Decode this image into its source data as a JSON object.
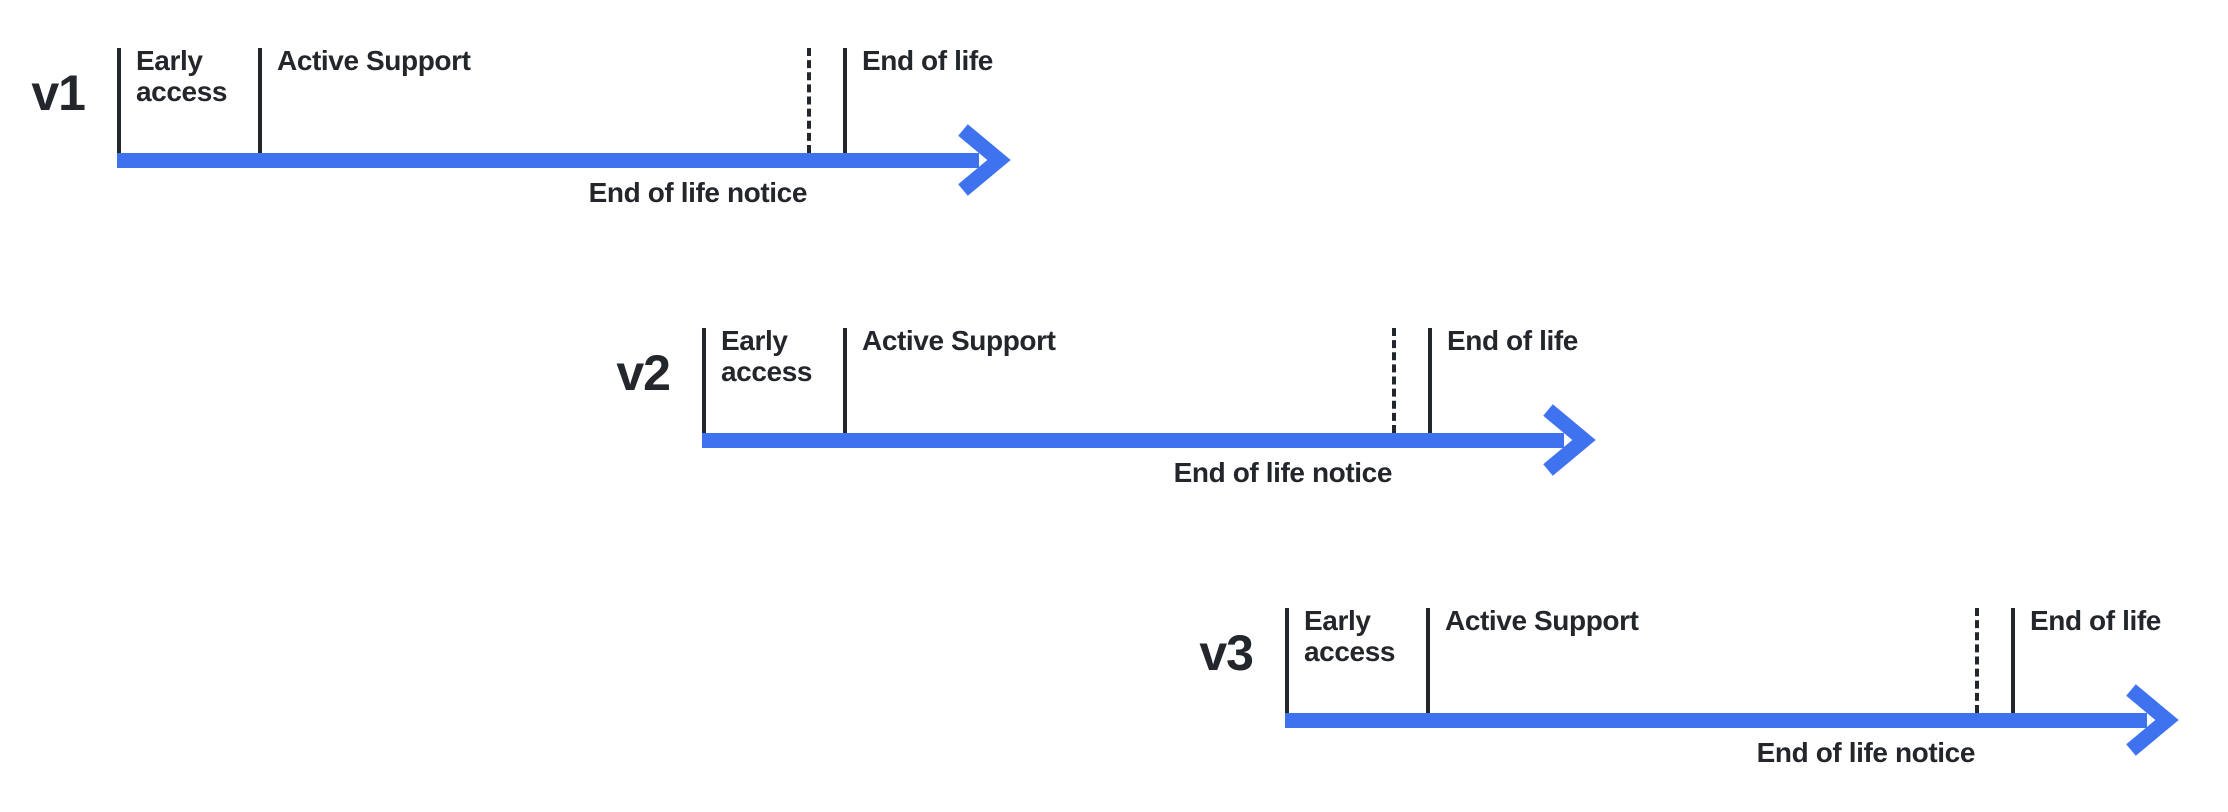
{
  "colors": {
    "arrow_blue": "#3e72ef",
    "ink": "#23272c"
  },
  "timelines": [
    {
      "version": "v1",
      "early_access_label": "Early access",
      "active_support_label": "Active Support",
      "end_of_life_label": "End of life",
      "end_of_life_notice_label": "End of life notice"
    },
    {
      "version": "v2",
      "early_access_label": "Early access",
      "active_support_label": "Active Support",
      "end_of_life_label": "End of life",
      "end_of_life_notice_label": "End of life notice"
    },
    {
      "version": "v3",
      "early_access_label": "Early access",
      "active_support_label": "Active Support",
      "end_of_life_label": "End of life",
      "end_of_life_notice_label": "End of life notice"
    }
  ]
}
